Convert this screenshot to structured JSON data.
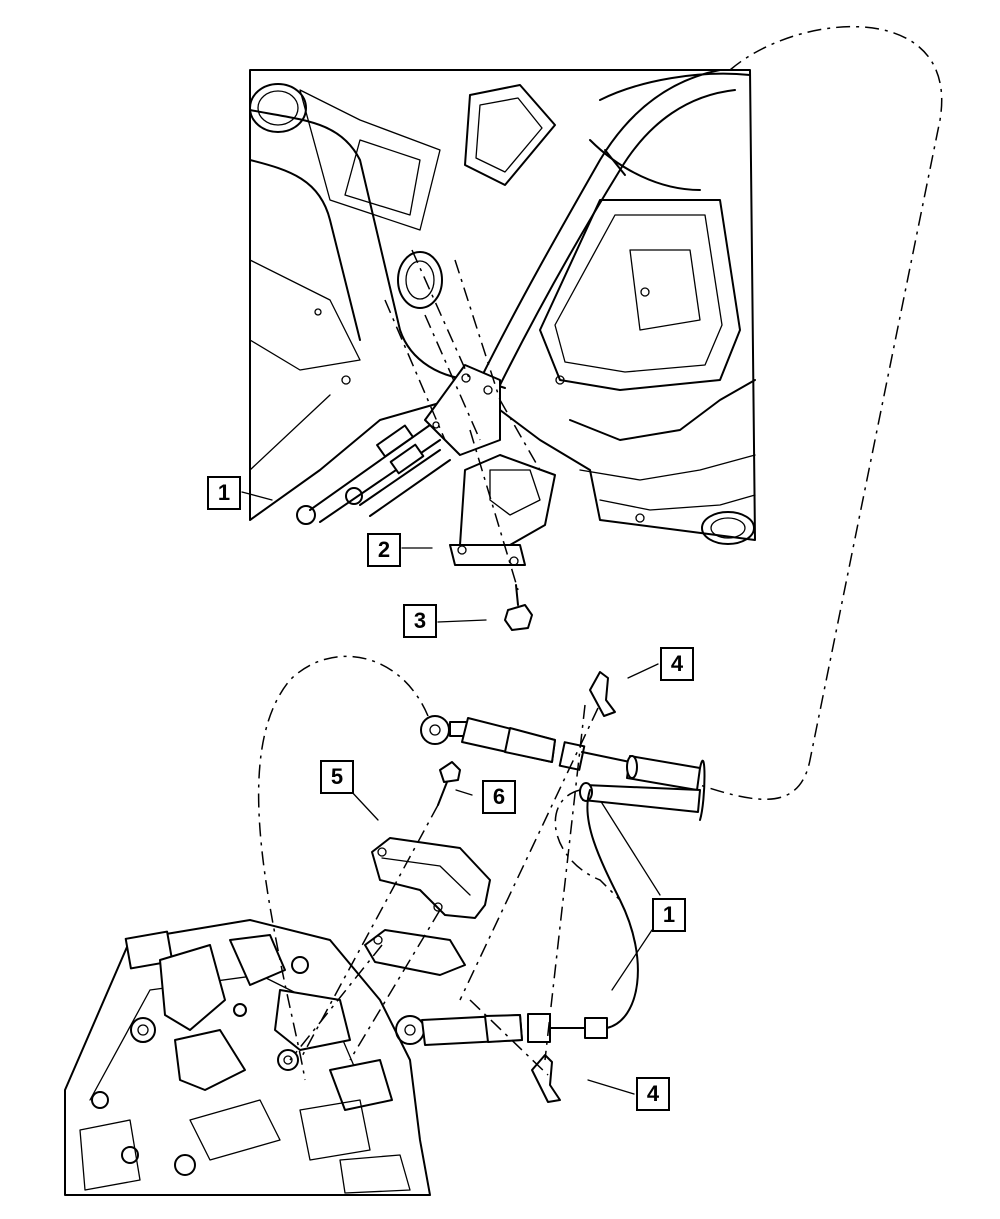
{
  "callouts": {
    "c1_top": "1",
    "c2": "2",
    "c3": "3",
    "c4_top": "4",
    "c5": "5",
    "c6": "6",
    "c1_bottom": "1",
    "c4_bottom": "4"
  },
  "colors": {
    "line": "#000000",
    "background": "#ffffff"
  }
}
